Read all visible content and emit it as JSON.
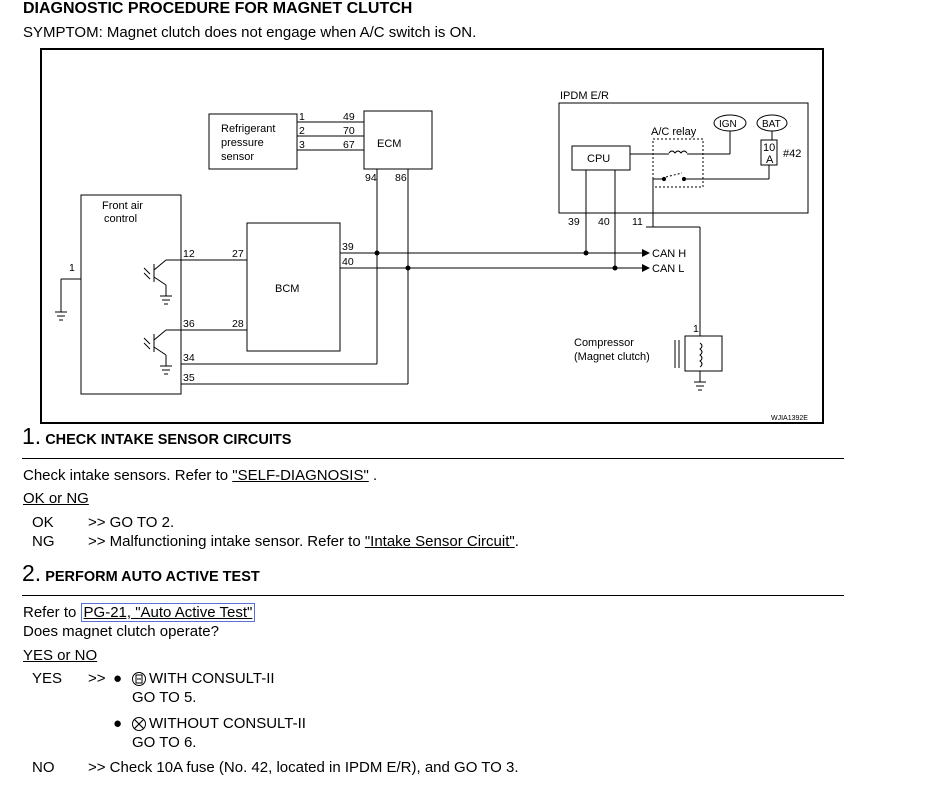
{
  "doc": {
    "title": "DIAGNOSTIC PROCEDURE FOR MAGNET CLUTCH",
    "symptom": "SYMPTOM: Magnet clutch does not engage when A/C switch is ON."
  },
  "diagram": {
    "ipdm_label": "IPDM E/R",
    "ac_relay_label": "A/C relay",
    "ign_label": "IGN",
    "bat_label": "BAT",
    "fuse_label_top": "10",
    "fuse_label_bottom": "A",
    "fuse_no": "#42",
    "cpu_label": "CPU",
    "ecm_label": "ECM",
    "bcm_label": "BCM",
    "sensor_label": [
      "Refrigerant",
      "pressure",
      "sensor"
    ],
    "front_air_label": [
      "Front air",
      "control"
    ],
    "compressor_label": [
      "Compressor",
      "(Magnet clutch)"
    ],
    "can_h": "CAN H",
    "can_l": "CAN L",
    "code": "WJIA1392E",
    "pins": {
      "s1": "1",
      "s2": "2",
      "s3": "3",
      "e49": "49",
      "e70": "70",
      "e67": "67",
      "e94": "94",
      "e86": "86",
      "i39": "39",
      "i40": "40",
      "i11": "11",
      "b27": "27",
      "b28": "28",
      "b39": "39",
      "b40": "40",
      "f1": "1",
      "f12": "12",
      "f36": "36",
      "f34": "34",
      "f35": "35",
      "c1": "1"
    }
  },
  "step1": {
    "num": "1.",
    "heading": "CHECK INTAKE SENSOR CIRCUITS",
    "text_prefix": "Check intake sensors. Refer to ",
    "link": "\"SELF-DIAGNOSIS\"",
    "text_suffix": " .",
    "result_label": "OK or NG",
    "ok_key": "OK",
    "ok_text": ">> GO TO 2.",
    "ng_key": "NG",
    "ng_text_prefix": ">> Malfunctioning intake sensor. Refer to ",
    "ng_link": "\"Intake Sensor Circuit\"",
    "ng_text_suffix": "."
  },
  "step2": {
    "num": "2.",
    "heading": "PERFORM AUTO ACTIVE TEST",
    "text_prefix": "Refer to ",
    "link": "PG-21, \"Auto Active Test\" ",
    "question": "Does magnet clutch operate?",
    "result_label": "YES or NO",
    "yes_key": "YES",
    "yes_arrow": ">>",
    "opt1_line1": "WITH CONSULT-II",
    "opt1_line2": "GO TO 5.",
    "opt2_line1": "WITHOUT CONSULT-II",
    "opt2_line2": "GO TO 6.",
    "no_key": "NO",
    "no_text": ">> Check 10A fuse (No. 42, located in IPDM E/R), and GO TO 3."
  }
}
